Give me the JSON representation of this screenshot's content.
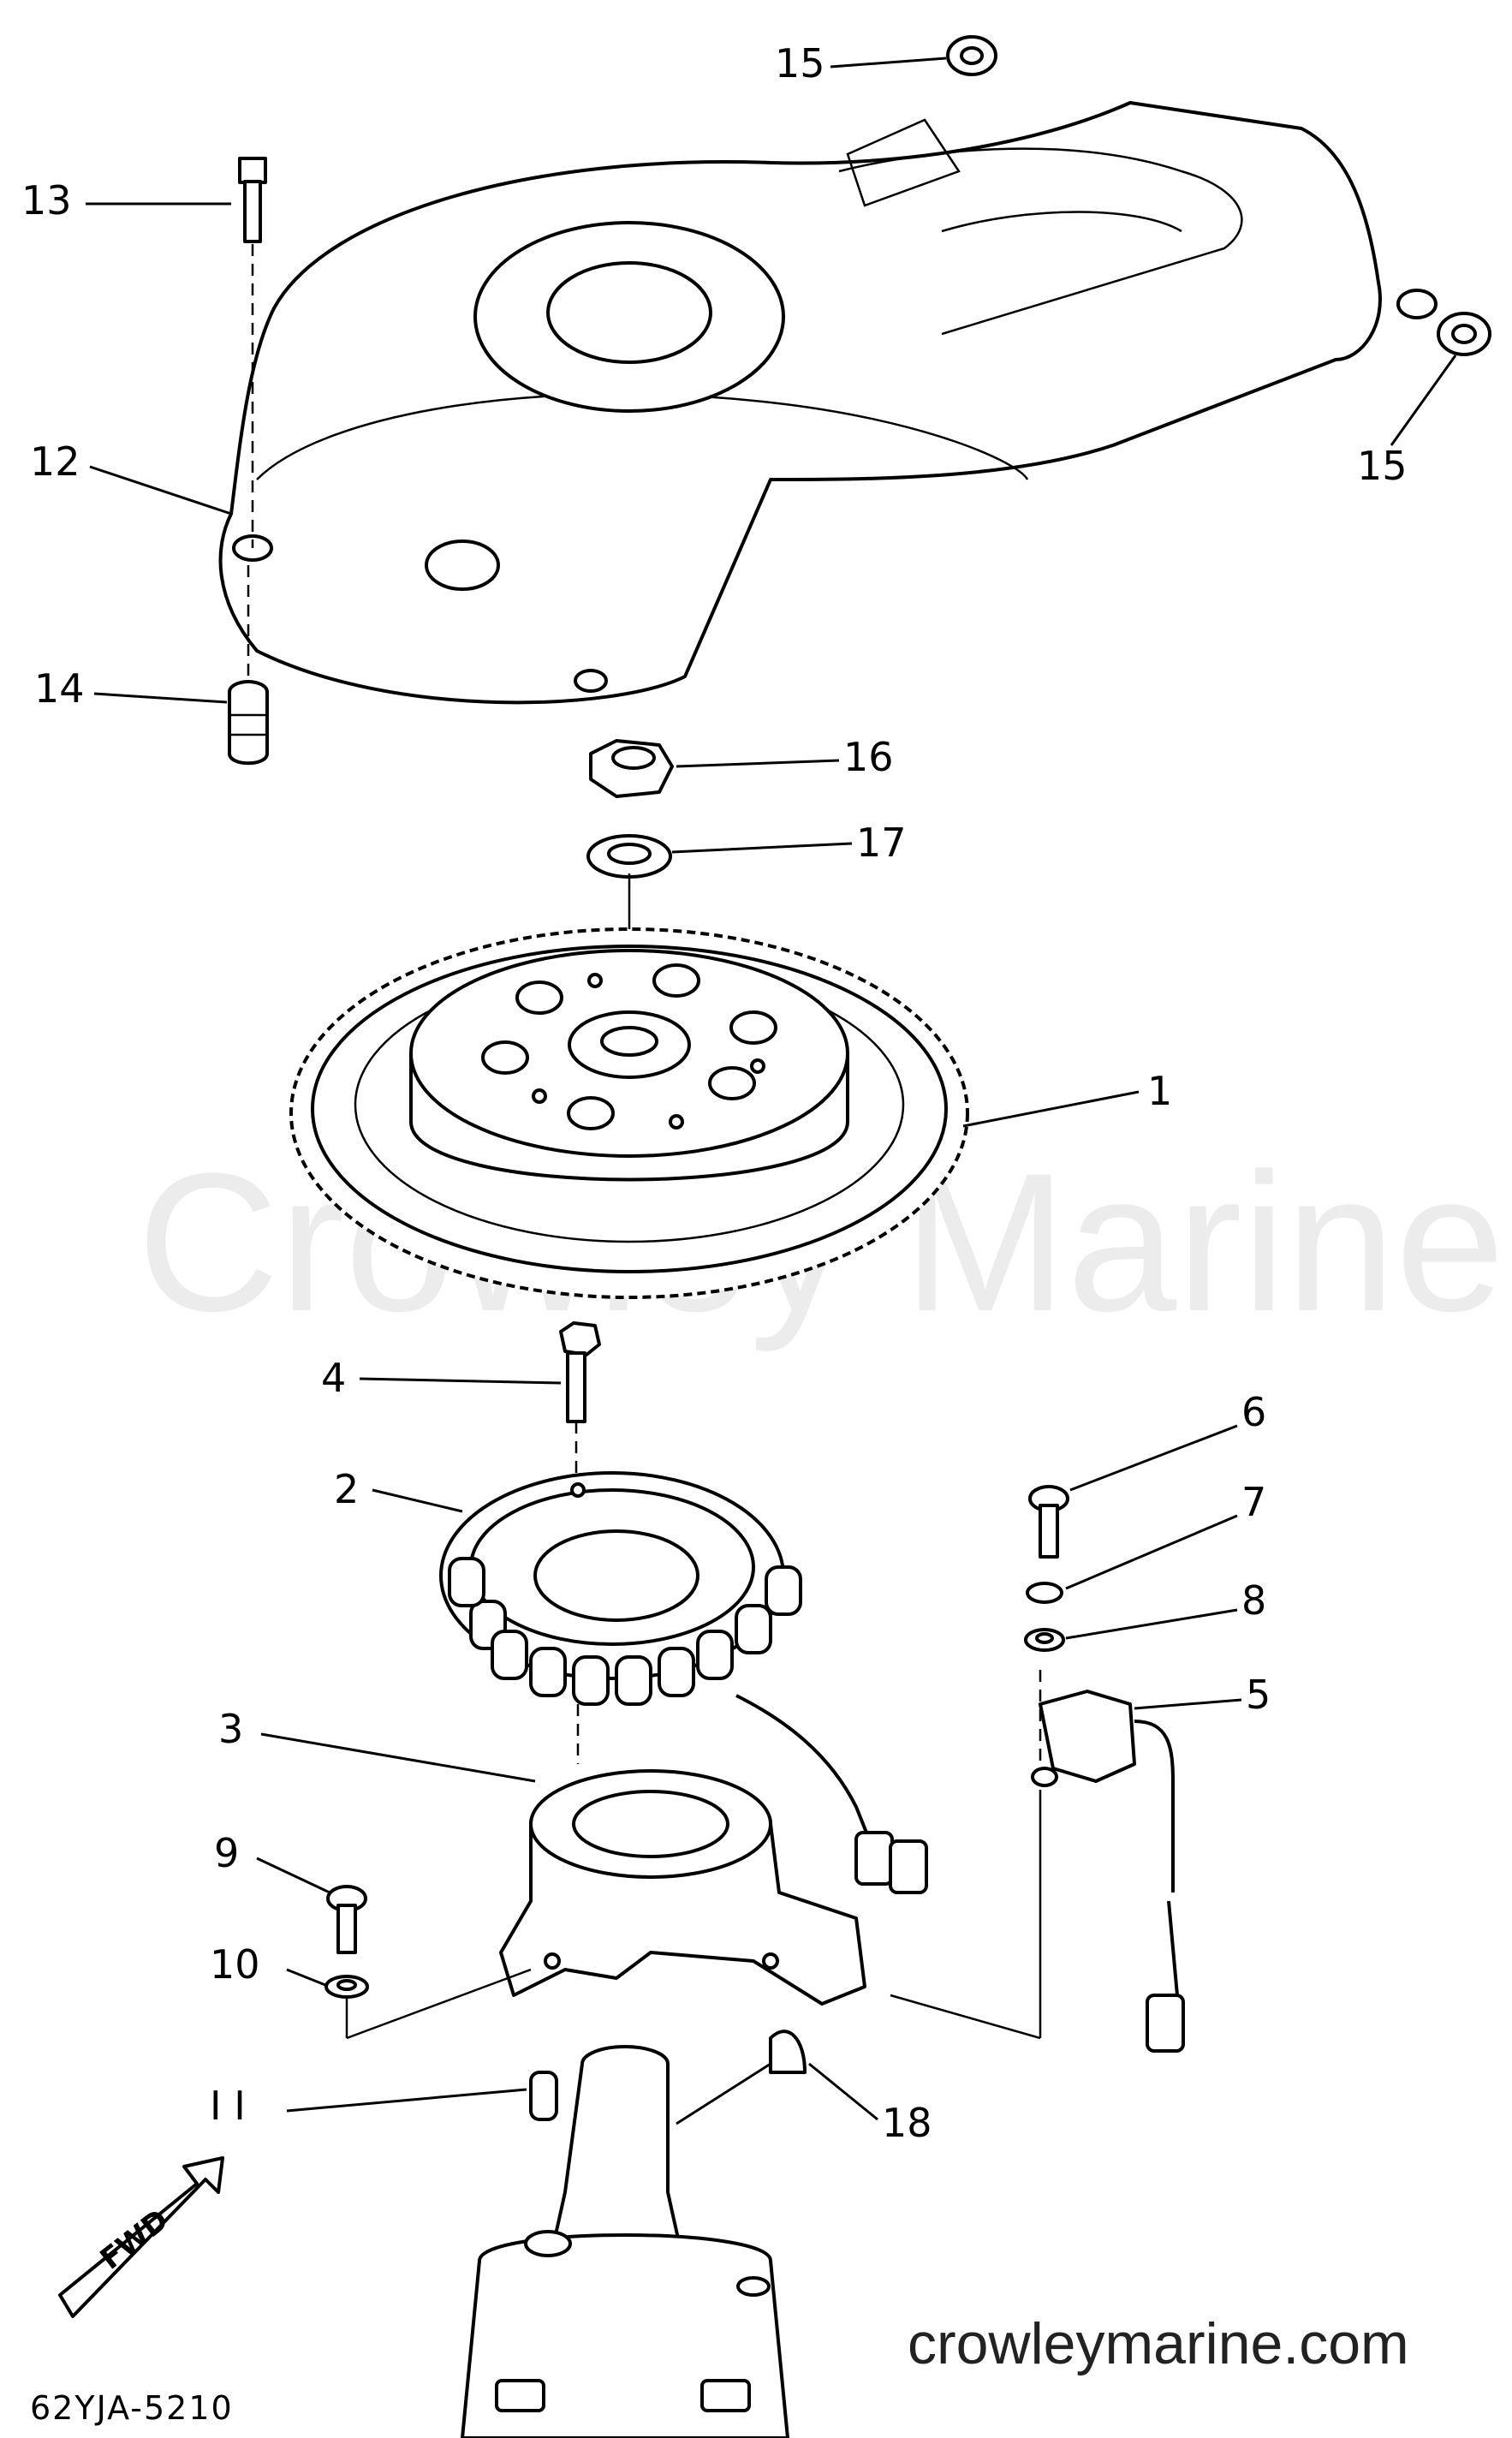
{
  "diagram": {
    "drawing_code": "62YJA-5210",
    "watermark": "Crowley Marine",
    "site": "crowleymarine.com",
    "fwd_label": "FWD",
    "callouts": [
      {
        "id": "1",
        "label": "1"
      },
      {
        "id": "2",
        "label": "2"
      },
      {
        "id": "3",
        "label": "3"
      },
      {
        "id": "4",
        "label": "4"
      },
      {
        "id": "5",
        "label": "5"
      },
      {
        "id": "6",
        "label": "6"
      },
      {
        "id": "7",
        "label": "7"
      },
      {
        "id": "8",
        "label": "8"
      },
      {
        "id": "9",
        "label": "9"
      },
      {
        "id": "10",
        "label": "10"
      },
      {
        "id": "11",
        "label": "I I"
      },
      {
        "id": "12",
        "label": "12"
      },
      {
        "id": "13",
        "label": "13"
      },
      {
        "id": "14",
        "label": "14"
      },
      {
        "id": "15a",
        "label": "15"
      },
      {
        "id": "15b",
        "label": "15"
      },
      {
        "id": "16",
        "label": "16"
      },
      {
        "id": "17",
        "label": "17"
      },
      {
        "id": "18",
        "label": "18"
      }
    ]
  }
}
